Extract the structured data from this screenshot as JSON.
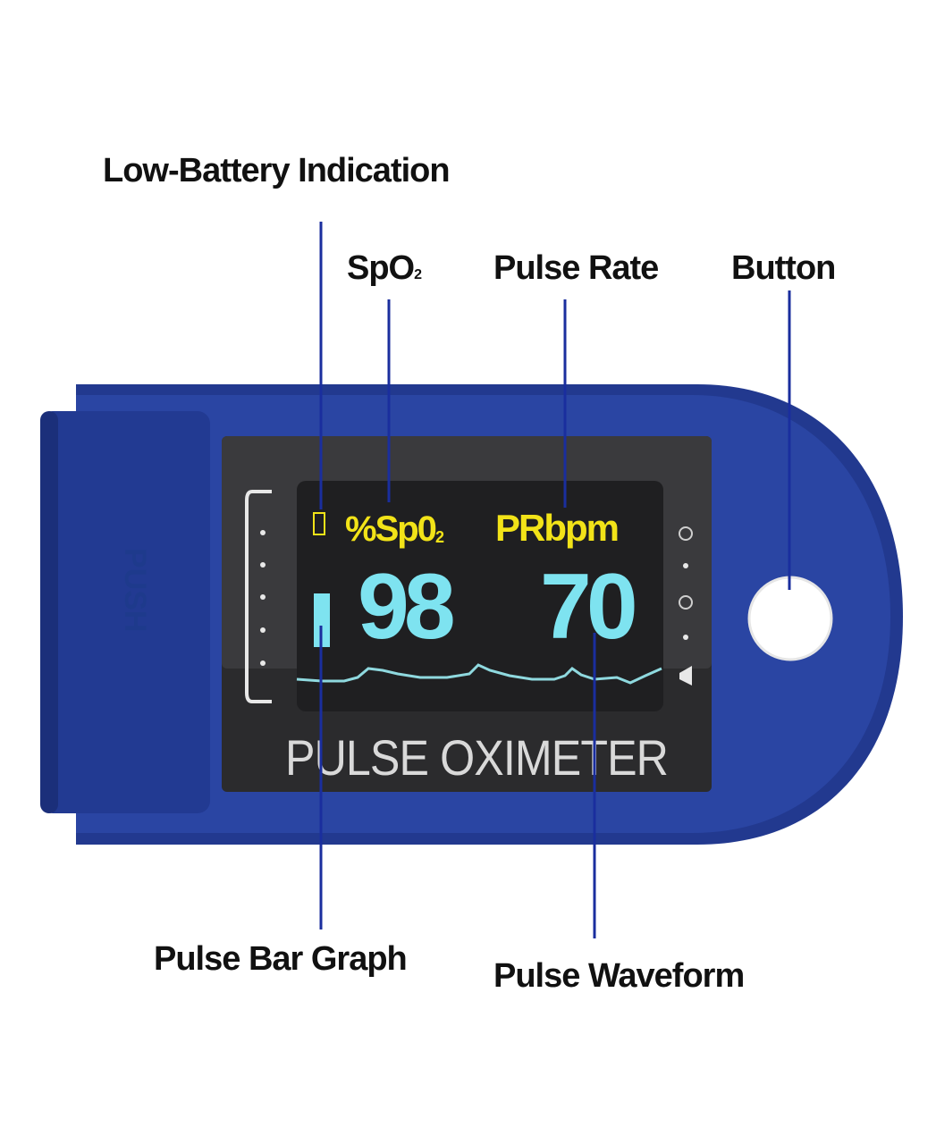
{
  "callouts": {
    "low_battery": "Low-Battery Indication",
    "spo2_main": "SpO",
    "spo2_sub": "2",
    "pulse_rate": "Pulse Rate",
    "button": "Button",
    "pulse_bar_graph": "Pulse Bar Graph",
    "pulse_waveform": "Pulse Waveform"
  },
  "display": {
    "spo2_label_main": "%Sp0",
    "spo2_label_sub": "2",
    "pr_label": "PRbpm",
    "spo2_value": "98",
    "pr_value": "70"
  },
  "device": {
    "brand": "PULSE OXIMETER",
    "push_label": "PUSH"
  },
  "colors": {
    "body_blue": "#22398f",
    "callout_line": "#1a2e9e",
    "lcd_yellow": "#f2e318",
    "lcd_cyan": "#7ee3f0"
  }
}
